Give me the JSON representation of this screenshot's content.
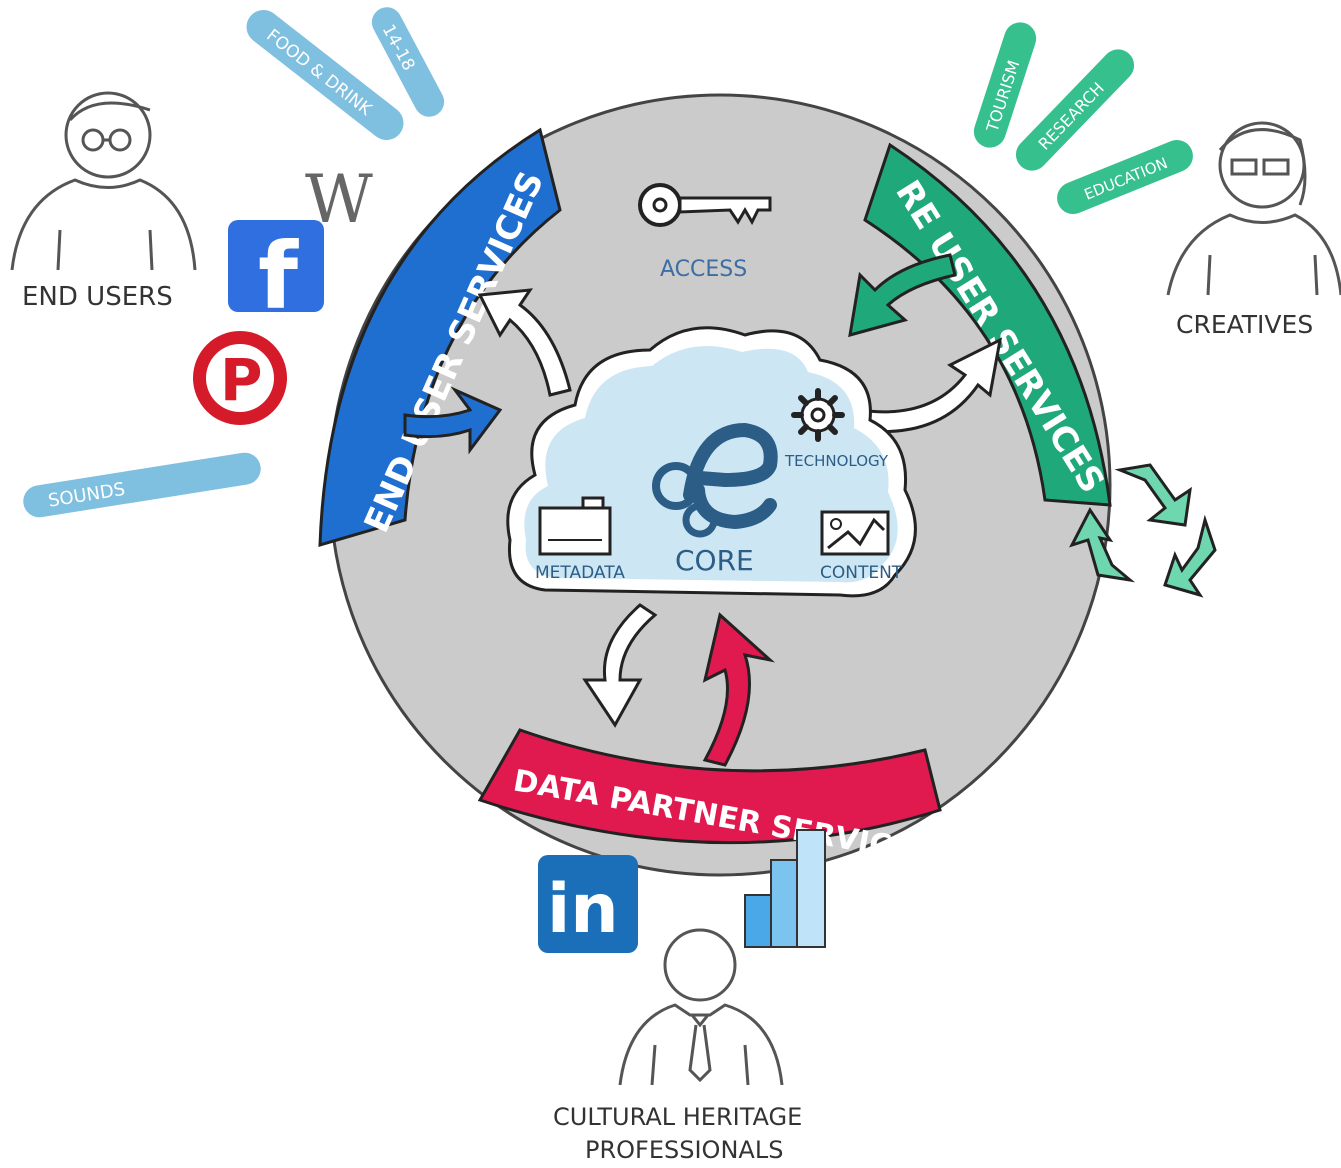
{
  "diagram": {
    "core": {
      "label": "CORE",
      "components": {
        "metadata": "METADATA",
        "technology": "TECHNOLOGY",
        "content": "CONTENT",
        "access": "ACCESS"
      }
    },
    "services": {
      "end_user": "END USER SERVICES",
      "re_user": "RE USER SERVICES",
      "data_partner": "DATA PARTNER SERVICES"
    },
    "audiences": {
      "end_users": "END USERS",
      "creatives": "CREATIVES",
      "professionals_line1": "CULTURAL HERITAGE",
      "professionals_line2": "PROFESSIONALS"
    },
    "end_user_channels": [
      "FOOD & DRINK",
      "14-18",
      "SOUNDS"
    ],
    "re_user_channels": [
      "TOURISM",
      "RESEARCH",
      "EDUCATION"
    ],
    "logos": {
      "wikipedia": "W",
      "facebook": "f",
      "pinterest": "P",
      "linkedin": "in"
    },
    "colors": {
      "end_user_blue": "#1f6fd1",
      "re_user_green": "#1fa97a",
      "data_partner_red": "#e0194f",
      "pill_blue": "#7fbfe0",
      "pill_green": "#35c08e",
      "core_circle_gray": "#cbcbcb",
      "cloud_fill": "#cde6f3",
      "core_text": "#2b5d86"
    }
  }
}
